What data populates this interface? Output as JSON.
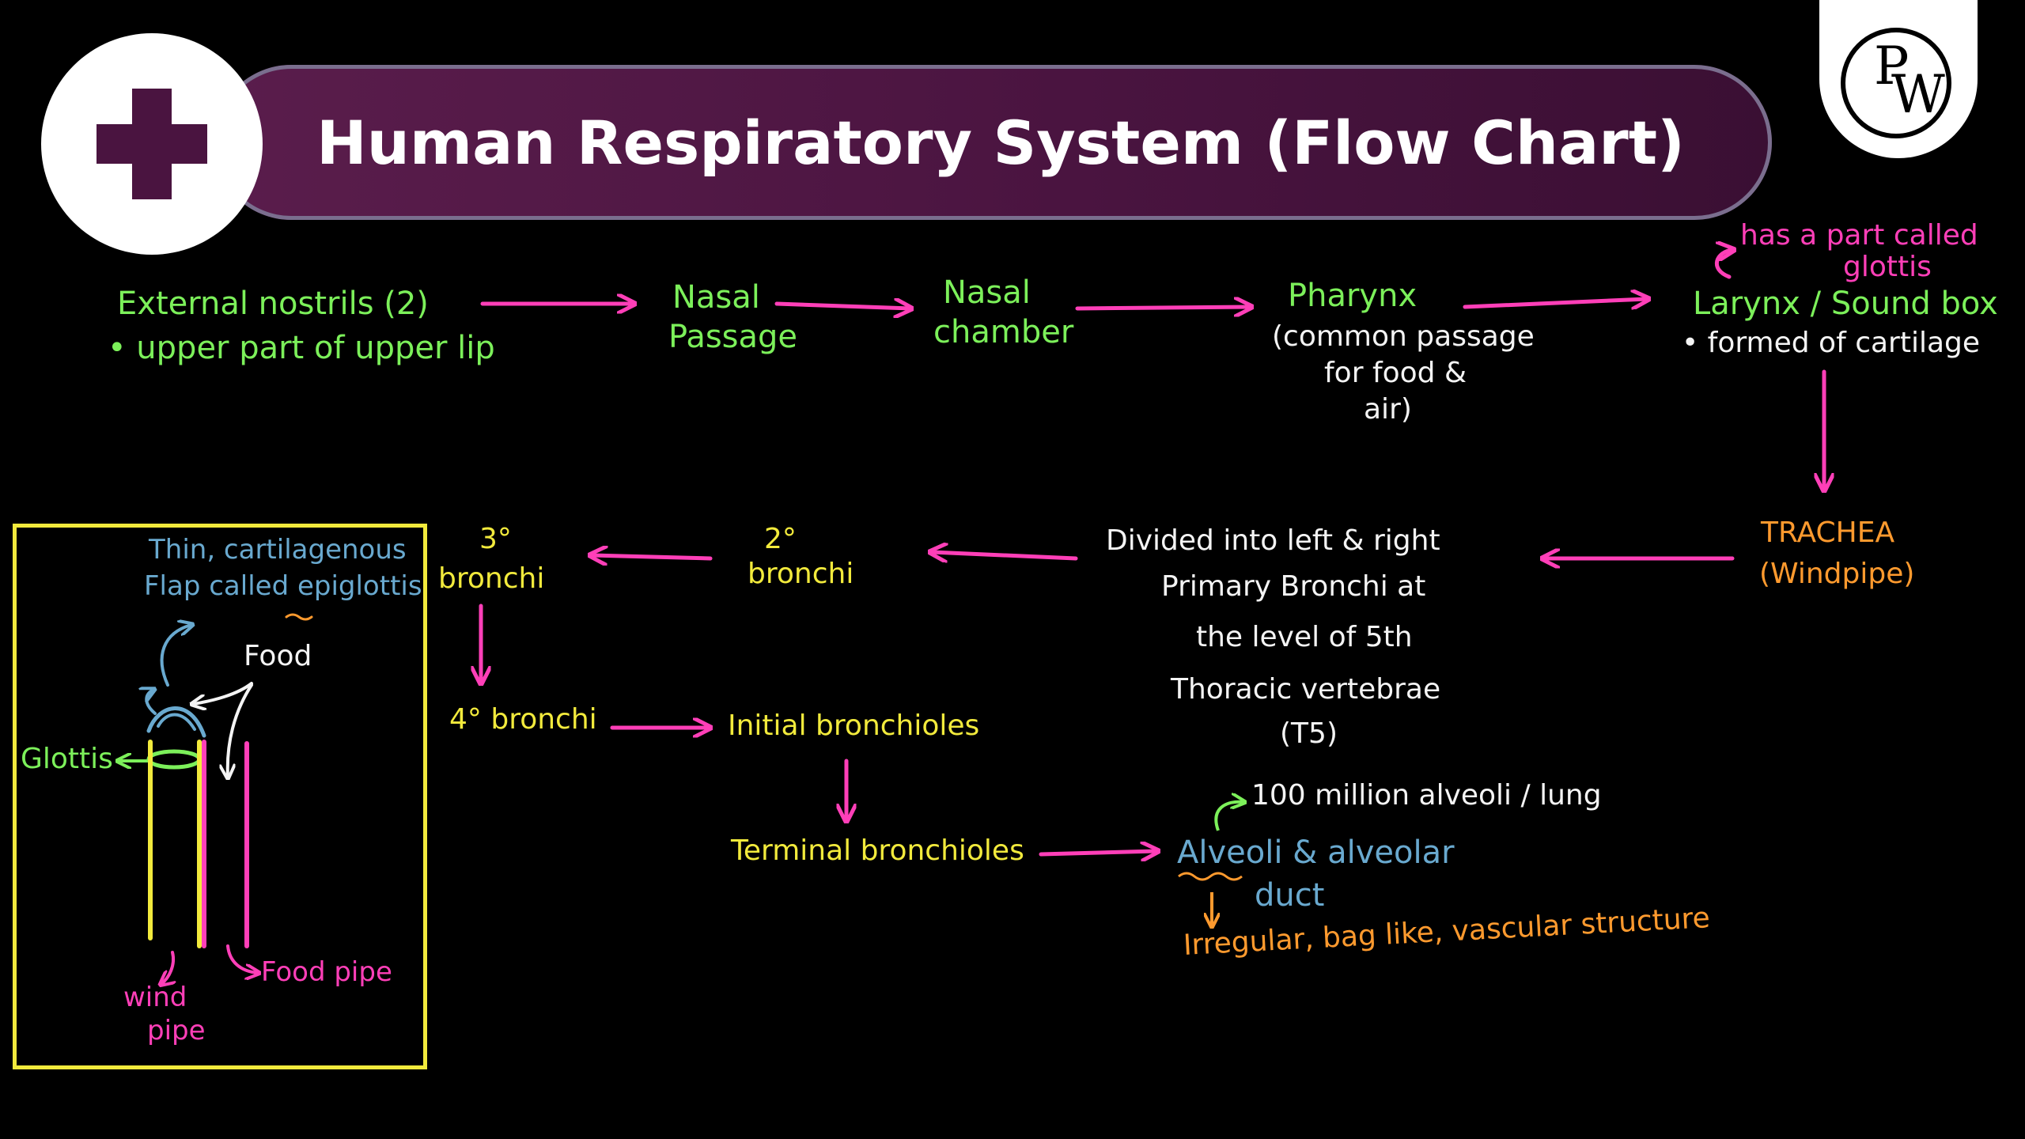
{
  "title": "Human Respiratory System (Flow Chart)",
  "logo": {
    "letters_top": "P",
    "letters_bottom": "W"
  },
  "colors": {
    "arrow": "#ff3fb8",
    "banner": "#4a1440",
    "green": "#7cf05a",
    "yellow": "#f2ea3c",
    "orange": "#ff9a2e",
    "blue": "#69a9cf"
  },
  "flow": {
    "nostrils": {
      "title": "External nostrils (2)",
      "note": "• upper part of upper lip"
    },
    "nasal_passage": {
      "line1": "Nasal",
      "line2": "Passage"
    },
    "nasal_chamber": {
      "line1": "Nasal",
      "line2": "chamber"
    },
    "pharynx": {
      "title": "Pharynx",
      "line1": "(common passage",
      "line2": "for food &",
      "line3": "air)"
    },
    "larynx": {
      "annot1": "has a part called",
      "annot2": "glottis",
      "title": "Larynx / Sound box",
      "note": "• formed of cartilage"
    },
    "trachea": {
      "line1": "TRACHEA",
      "line2": "(Windpipe)"
    },
    "primary": {
      "line1": "Divided into left & right",
      "line2": "Primary Bronchi at",
      "line3": "the level of 5th",
      "line4": "Thoracic vertebrae",
      "line5": "(T5)"
    },
    "secondary": {
      "line1": "2°",
      "line2": "bronchi"
    },
    "tertiary": {
      "line1": "3°",
      "line2": "bronchi"
    },
    "quaternary": {
      "label": "4° bronchi"
    },
    "initial_bronchioles": {
      "label": "Initial bronchioles"
    },
    "terminal_bronchioles": {
      "label": "Terminal bronchioles"
    },
    "alveoli": {
      "annot": "100 million alveoli / lung",
      "line1": "Alveoli & alveolar",
      "line2": "duct",
      "desc": "Irregular, bag like, vascular structure"
    }
  },
  "inset": {
    "epiglottis1": "Thin, cartilagenous",
    "epiglottis2": "Flap called epiglottis",
    "food": "Food",
    "glottis": "Glottis",
    "wind1": "wind",
    "wind2": "pipe",
    "food_pipe": "Food pipe"
  }
}
